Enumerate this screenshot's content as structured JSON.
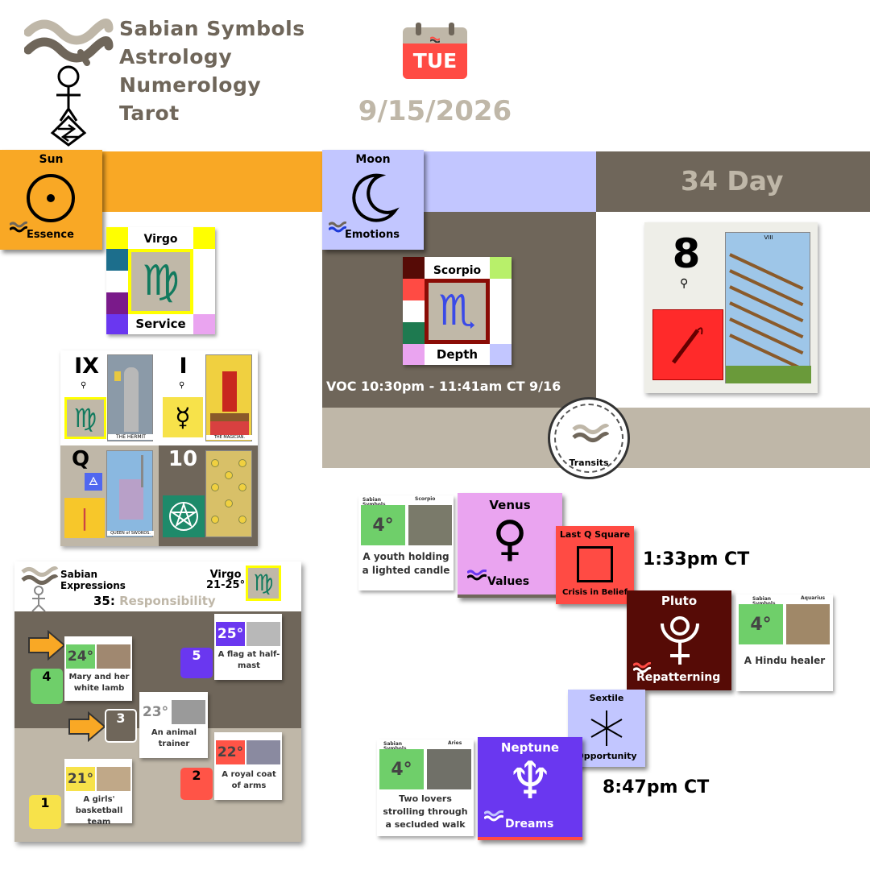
{
  "brand": {
    "lines": [
      "Sabian Symbols",
      "Astrology",
      "Numerology",
      "Tarot"
    ]
  },
  "date": {
    "weekday": "TUE",
    "date": "9/15/2026"
  },
  "sun": {
    "label": "Sun",
    "keyword": "Essence",
    "sign": {
      "name": "Virgo",
      "keyword": "Service",
      "glyph": "♍"
    },
    "tarot": [
      {
        "numeral": "IX",
        "symbol": "♍",
        "card": "THE HERMIT"
      },
      {
        "numeral": "I",
        "symbol": "☿",
        "card": "THE MAGICIAN."
      },
      {
        "numeral": "Q",
        "symbol": "🜁",
        "card": "QUEEN of SWORDS."
      },
      {
        "numeral": "10",
        "symbol": "⛤",
        "card": ""
      }
    ]
  },
  "moon": {
    "label": "Moon",
    "keyword": "Emotions",
    "sign": {
      "name": "Scorpio",
      "keyword": "Depth",
      "glyph": "♏"
    },
    "voc": "VOC 10:30pm - 11:41am CT 9/16"
  },
  "day": {
    "label": "34 Day",
    "number": "8",
    "tarot_numeral": "VIII"
  },
  "transits_label": "Transits",
  "sabian": {
    "title1": "Sabian",
    "title2": "Expressions",
    "number": "35:",
    "theme": "Responsibility",
    "sign": "Virgo",
    "range": "21-25°",
    "items": [
      {
        "degree": "25°",
        "caption": "A flag at half-mast",
        "num": "5",
        "color": "#6a37f0"
      },
      {
        "degree": "24°",
        "caption": "Mary and her white lamb",
        "num": "4",
        "color": "#6fcf6a"
      },
      {
        "degree": "23°",
        "caption": "An animal trainer",
        "num": "3",
        "color": "#6f665a"
      },
      {
        "degree": "22°",
        "caption": "A royal coat of arms",
        "num": "2",
        "color": "#ff5447"
      },
      {
        "degree": "21°",
        "caption": "A girls' basketball team",
        "num": "1",
        "color": "#f7e24a"
      }
    ]
  },
  "transits": [
    {
      "planet": "Venus",
      "keyword": "Values",
      "glyph": "♀",
      "aspect": "Last Q Square",
      "aspect_keyword": "Crisis in Belief",
      "time": "1:33pm CT",
      "left": {
        "degree": "4°",
        "sign": "Scorpio",
        "caption": "A youth holding a lighted candle"
      },
      "right": {
        "planet": "Pluto",
        "keyword": "Repatterning",
        "glyph": "♇",
        "degree": "4°",
        "sign": "Aquarius",
        "caption": "A Hindu healer"
      }
    },
    {
      "planet": "Neptune",
      "keyword": "Dreams",
      "glyph": "♆",
      "aspect": "Sextile",
      "aspect_keyword": "Opportunity",
      "time": "8:47pm CT",
      "left": {
        "degree": "4°",
        "sign": "Aries",
        "caption": "Two lovers strolling through a secluded walk"
      }
    }
  ],
  "small": {
    "sabian": "Sabian",
    "symbols": "Symbols"
  },
  "colors": {
    "taupe": "#6f665a",
    "beige": "#bfb7a8",
    "orange": "#f9a825",
    "lavender": "#c2c6ff",
    "red": "#ff4b44",
    "purple": "#6a37f0",
    "pink": "#eaa4f0",
    "maroon": "#560b06",
    "green": "#6fcf6a"
  }
}
